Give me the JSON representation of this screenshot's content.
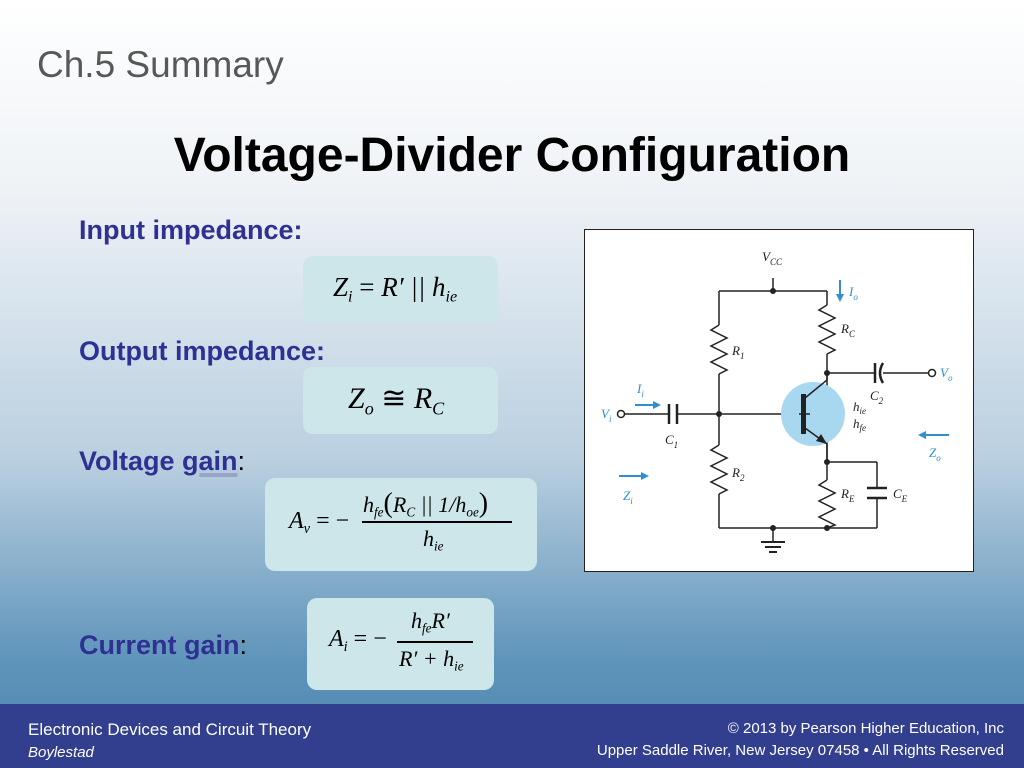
{
  "slide": {
    "chapter": "Ch.5 Summary",
    "title": "Voltage-Divider Configuration"
  },
  "sections": {
    "input_label": "Input impedance:",
    "output_label": "Output impedance:",
    "voltage_gain_word1": "Voltage ",
    "voltage_gain_word2": "gain",
    "current_gain_label": "Current gain",
    "colon": ":"
  },
  "formulas": {
    "zi": {
      "lhs": "Z",
      "lhs_sub": "i",
      "op": "=",
      "r": "R′",
      "par": "||",
      "h": "h",
      "h_sub": "ie"
    },
    "zo": {
      "lhs": "Z",
      "lhs_sub": "o",
      "op": "≅",
      "r": "R",
      "r_sub": "C"
    },
    "av": {
      "lhs": "A",
      "lhs_sub": "v",
      "op": "= −",
      "num_h": "h",
      "num_h_sub": "fe",
      "num_open": "(",
      "num_r": "R",
      "num_r_sub": "C",
      "num_par": "||",
      "num_one": "1/",
      "num_h2": "h",
      "num_h2_sub": "oe",
      "num_close": ")",
      "den_h": "h",
      "den_h_sub": "ie"
    },
    "ai": {
      "lhs": "A",
      "lhs_sub": "i",
      "op": "= −",
      "num_h": "h",
      "num_h_sub": "fe",
      "num_r": "R′",
      "den_r": "R′ + ",
      "den_h": "h",
      "den_h_sub": "ie"
    }
  },
  "circuit": {
    "vcc": "V",
    "vcc_sub": "CC",
    "r1": "R",
    "r1_sub": "1",
    "r2": "R",
    "r2_sub": "2",
    "rc": "R",
    "rc_sub": "C",
    "re": "R",
    "re_sub": "E",
    "c1": "C",
    "c1_sub": "1",
    "c2": "C",
    "c2_sub": "2",
    "ce": "C",
    "ce_sub": "E",
    "io": "I",
    "io_sub": "o",
    "ii": "I",
    "ii_sub": "i",
    "vi": "V",
    "vi_sub": "i",
    "vo": "V",
    "vo_sub": "o",
    "zi": "Z",
    "zi_sub": "i",
    "zo": "Z",
    "zo_sub": "o",
    "hie": "h",
    "hie_sub": "ie",
    "hfe": "h",
    "hfe_sub": "fe",
    "accent_color": "#2f8fd0",
    "transistor_fill": "#a8d8f0"
  },
  "footer": {
    "book": "Electronic Devices and Circuit Theory",
    "author": "Boylestad",
    "copyright": "© 2013 by Pearson Higher Education, Inc",
    "address": "Upper Saddle River, New Jersey 07458 • All Rights Reserved"
  }
}
